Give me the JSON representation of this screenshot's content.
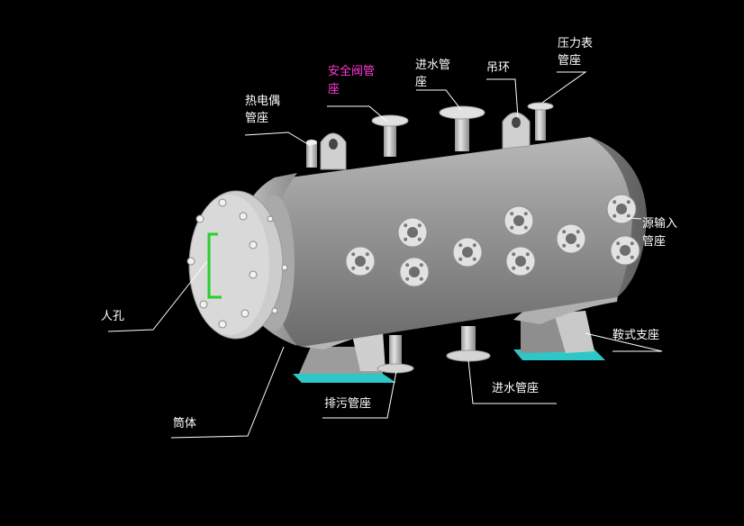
{
  "labels": {
    "manhole": "人孔",
    "shell": "筒体",
    "thermocouple_1": "热电偶",
    "thermocouple_2": "管座",
    "safety_valve_1": "安全阀管",
    "safety_valve_2": "座",
    "water_inlet_top_1": "进水管",
    "water_inlet_top_2": "座",
    "lifting_lug": "吊环",
    "pressure_gauge_1": "压力表",
    "pressure_gauge_2": "管座",
    "heat_input_1": "源输入",
    "heat_input_2": "管座",
    "saddle_support": "鞍式支座",
    "water_inlet_bottom": "进水管座",
    "drain": "排污管座"
  },
  "colors": {
    "background": "#000000",
    "vessel": "#8c8c8c",
    "support_base": "#2ec7c7",
    "safety_valve_label": "#ff3bd6",
    "leader_line": "#ffffff",
    "manhole_handle": "#28d028"
  }
}
